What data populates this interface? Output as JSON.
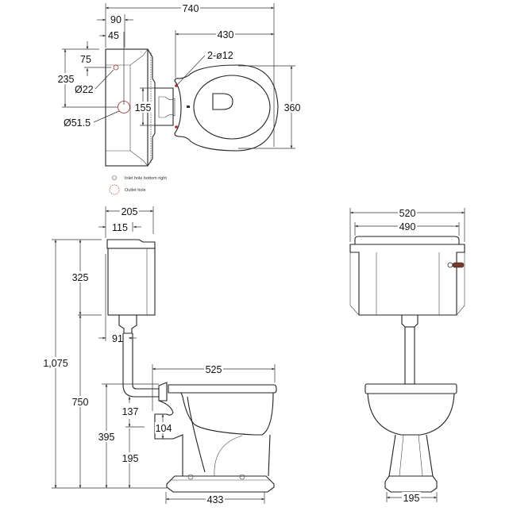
{
  "top_view": {
    "dims": {
      "overall_width": "740",
      "tank_depth": "90",
      "inlet_offset": "45",
      "inlet_from_top": "75",
      "outlet_from_top": "235",
      "inlet_dia": "Ø22",
      "outlet_dia": "Ø51.5",
      "connector_width": "155",
      "pan_length": "430",
      "pan_width": "360",
      "fixing_holes": "2-ø12"
    },
    "legend": {
      "inlet": "Inlet hole bottom right",
      "outlet": "Outlet hole"
    },
    "colors": {
      "hole": "#a03030"
    }
  },
  "side_view": {
    "dims": {
      "tank_depth": "205",
      "flush_offset": "115",
      "overall_height": "1,075",
      "tank_height": "325",
      "tank_base_height": "750",
      "pipe_offset": "91",
      "pan_projection": "525",
      "pan_height": "395",
      "pipe_drop": "137",
      "outlet_height": "104",
      "outlet_center": "195",
      "footprint": "433"
    }
  },
  "front_view": {
    "dims": {
      "tank_width": "520",
      "lid_width": "490",
      "pedestal_width": "195"
    },
    "colors": {
      "lever": "#7a3a2a"
    }
  }
}
